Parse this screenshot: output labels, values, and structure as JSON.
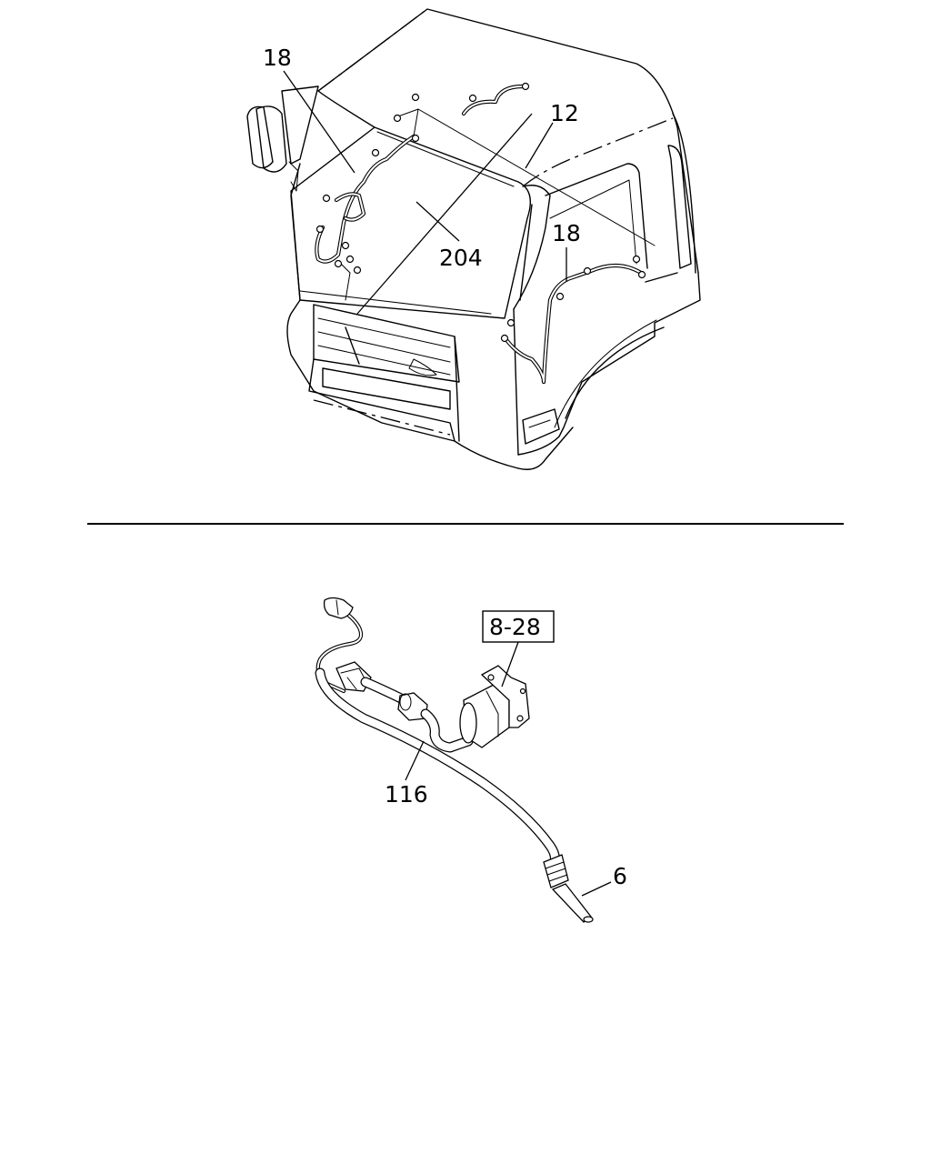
{
  "upper_view": {
    "callouts": [
      {
        "id": "c18-left",
        "text": "18"
      },
      {
        "id": "c12",
        "text": "12"
      },
      {
        "id": "c204",
        "text": "204"
      },
      {
        "id": "c18-right",
        "text": "18"
      }
    ]
  },
  "lower_view": {
    "callouts": [
      {
        "id": "c8-28",
        "text": "8-28"
      },
      {
        "id": "c116",
        "text": "116"
      },
      {
        "id": "c6",
        "text": "6"
      }
    ]
  }
}
